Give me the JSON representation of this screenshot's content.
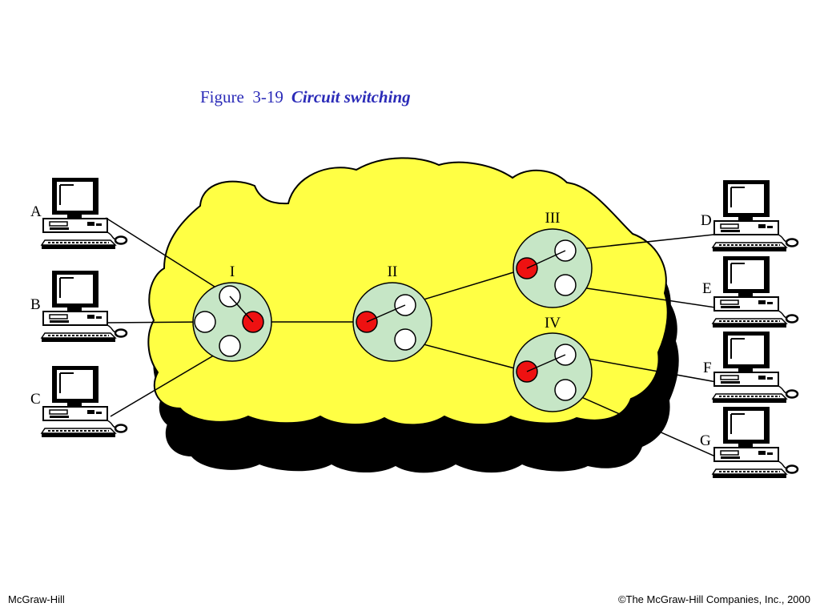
{
  "figure": {
    "number": "Figure  3-19",
    "caption": "Circuit switching"
  },
  "stations": [
    {
      "label": "A"
    },
    {
      "label": "B"
    },
    {
      "label": "C"
    },
    {
      "label": "D"
    },
    {
      "label": "E"
    },
    {
      "label": "F"
    },
    {
      "label": "G"
    }
  ],
  "switches": [
    {
      "label": "I"
    },
    {
      "label": "II"
    },
    {
      "label": "III"
    },
    {
      "label": "IV"
    }
  ],
  "colors": {
    "network": "#ffff44",
    "shadow": "#000000",
    "switch": "#c6e6c6",
    "active_port": "#ee1111",
    "port": "#ffffff",
    "title": "#2b2bb8"
  },
  "footer": {
    "left": "McGraw-Hill",
    "right": "©The McGraw-Hill Companies, Inc., 2000"
  }
}
